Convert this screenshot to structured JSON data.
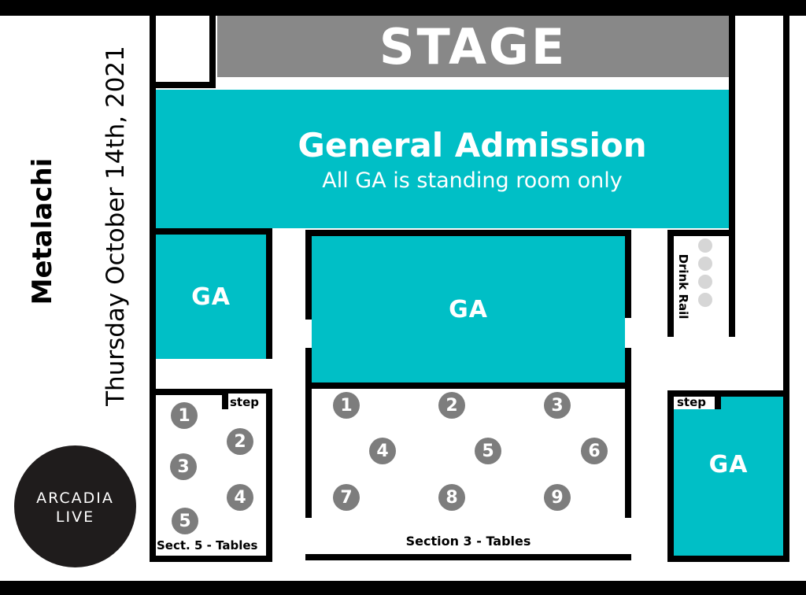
{
  "event": {
    "artist": "Metalachi",
    "date": "Thursday October 14th, 2021"
  },
  "stage": {
    "label": "STAGE"
  },
  "general_admission": {
    "title": "General Admission",
    "subtitle": "All GA is standing room only"
  },
  "ga_sections": {
    "left": "GA",
    "center": "GA",
    "right": "GA"
  },
  "drink_rail": {
    "label": "Drink Rail"
  },
  "steps": {
    "left": "step",
    "right": "step"
  },
  "section5": {
    "label": "Sect. 5 - Tables",
    "tables": [
      "1",
      "2",
      "3",
      "4",
      "5"
    ]
  },
  "section3": {
    "label": "Section 3 - Tables",
    "tables": [
      "1",
      "2",
      "3",
      "4",
      "5",
      "6",
      "7",
      "8",
      "9"
    ]
  },
  "logo": {
    "line1": "ARCADIA",
    "line2": "LIVE"
  },
  "colors": {
    "ga_teal": "#00bfc6",
    "stage_gray": "#888888",
    "table_gray": "#7d7d7d",
    "wall_black": "#000000"
  }
}
